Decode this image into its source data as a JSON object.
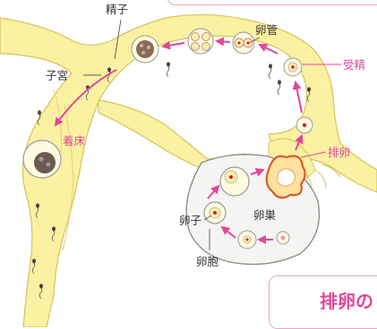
{
  "labels": {
    "sperm": "精子",
    "uterus": "子宮",
    "oviduct": "卵管",
    "fertilization": "受精",
    "implantation": "着床",
    "ovulation": "排卵",
    "egg": "卵子",
    "ovary": "卵巣",
    "follicle": "卵胞"
  },
  "card": {
    "title": "排卵の"
  },
  "colors": {
    "accent": "#e0489a",
    "tissue_fill": "#fbf1a2",
    "tissue_stroke": "#d8c25a",
    "ovary_fill": "#f4f4f2",
    "outline": "#8a8a80",
    "text": "#333333"
  }
}
